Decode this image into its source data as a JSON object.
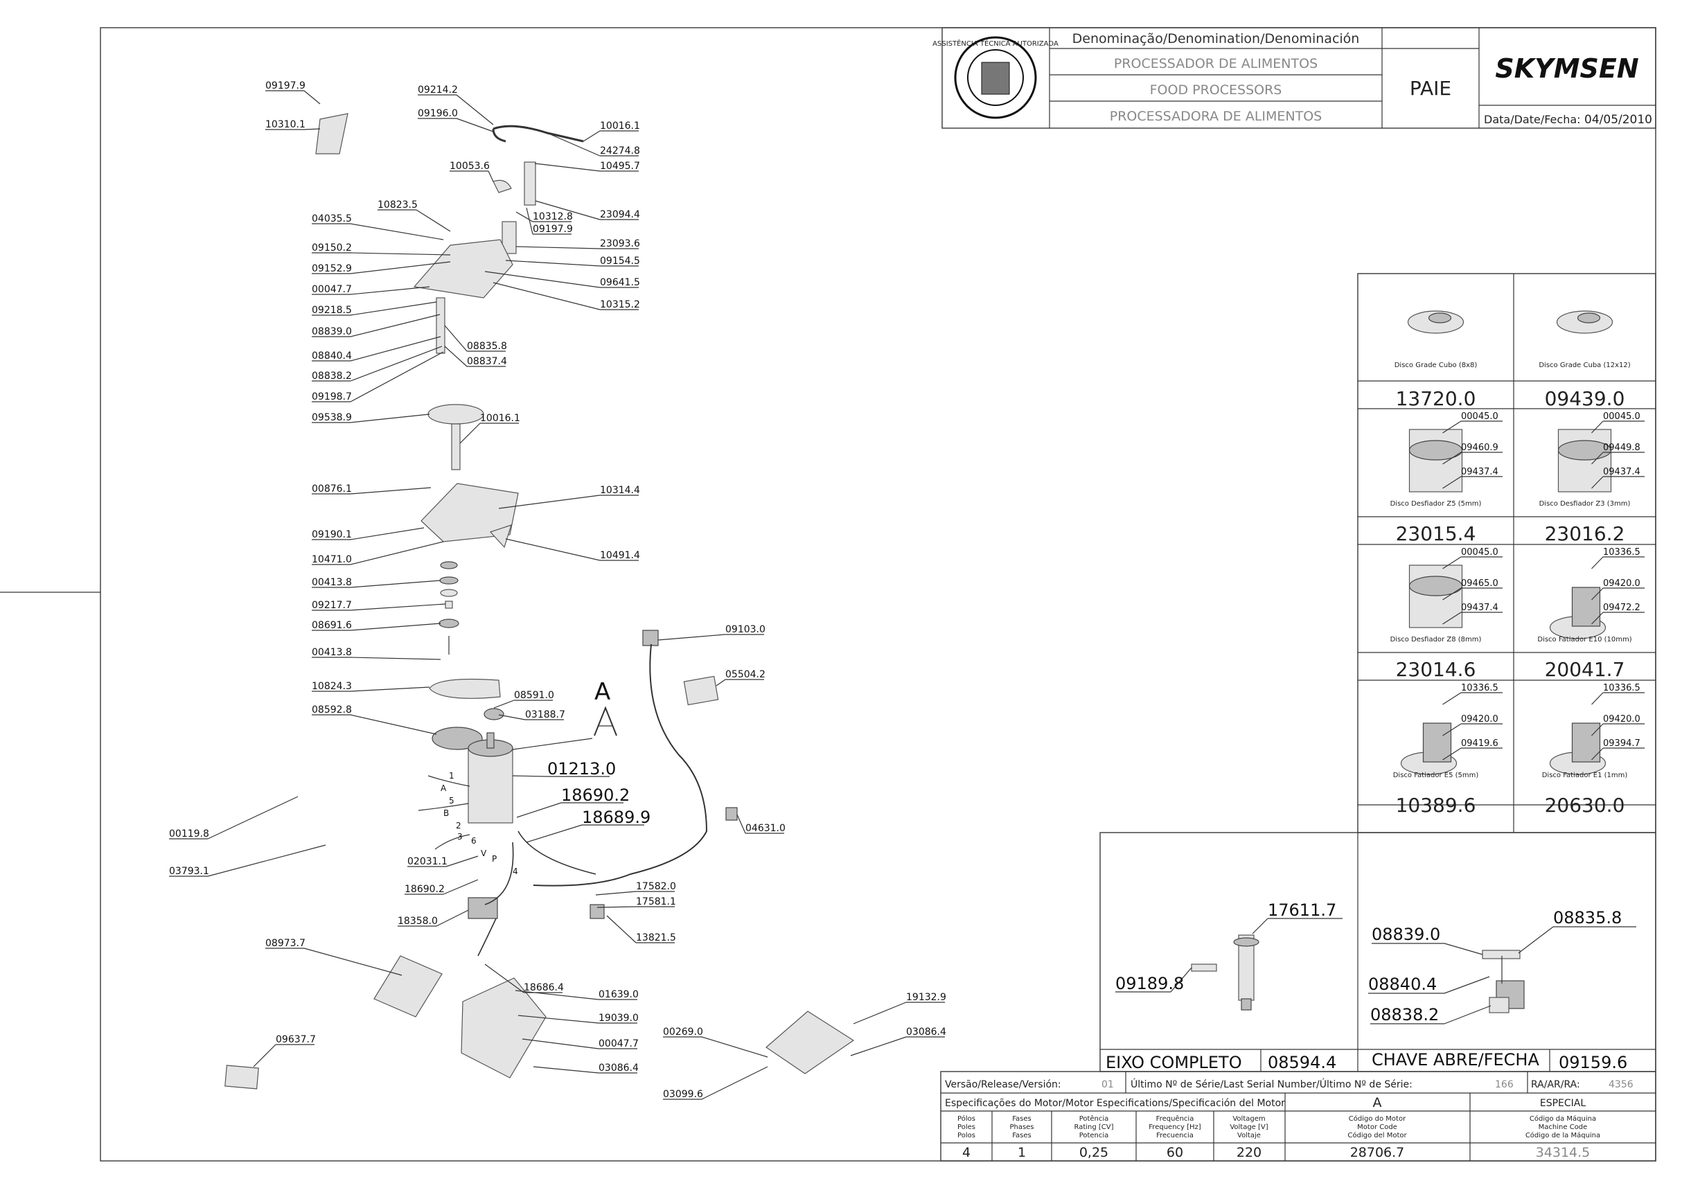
{
  "title_block": {
    "denomination_label": "Denominação/Denomination/Denominación",
    "name_pt": "PROCESSADOR DE ALIMENTOS",
    "name_en": "FOOD PROCESSORS",
    "name_es": "PROCESSADORA DE ALIMENTOS",
    "model": "PAIE",
    "brand": "SKYMSEN",
    "date_label": "Data/Date/Fecha:",
    "date": "04/05/2010",
    "seal_text": "ASSISTÊNCIA TÉCNICA AUTORIZADA"
  },
  "main_parts": [
    "09197.9",
    "10310.1",
    "09214.2",
    "09196.0",
    "10016.1",
    "24274.8",
    "10053.6",
    "10495.7",
    "23094.4",
    "10312.8",
    "09197.9",
    "10823.5",
    "04035.5",
    "23093.6",
    "09150.2",
    "09154.5",
    "09152.9",
    "09641.5",
    "00047.7",
    "10315.2",
    "09218.5",
    "08839.0",
    "08835.8",
    "08840.4",
    "08837.4",
    "08838.2",
    "09198.7",
    "09538.9",
    "10016.1",
    "00876.1",
    "10314.4",
    "09190.1",
    "10471.0",
    "10491.4",
    "00413.8",
    "09217.7",
    "08691.6",
    "00413.8",
    "09103.0",
    "10824.3",
    "05504.2",
    "08591.0",
    "08592.8",
    "03188.7",
    "01213.0",
    "18690.2",
    "00119.8",
    "18689.9",
    "04631.0",
    "02031.1",
    "03793.1",
    "18690.2",
    "17582.0",
    "17581.1",
    "18358.0",
    "13821.5",
    "08973.7",
    "18686.4",
    "01639.0",
    "19039.0",
    "09637.7",
    "00047.7",
    "03086.4",
    "19132.9",
    "00269.0",
    "03086.4",
    "03099.6"
  ],
  "motor_letter": "A",
  "winding_marks": [
    "1",
    "A",
    "5",
    "B",
    "2",
    "3",
    "6",
    "V",
    "P",
    "4"
  ],
  "accessories": [
    {
      "desc": "Disco Grade Cubo (8x8)",
      "code": "13720.0",
      "parts": []
    },
    {
      "desc": "Disco Grade Cuba (12x12)",
      "code": "09439.0",
      "parts": []
    },
    {
      "desc": "Disco Desfiador Z5 (5mm)",
      "code": "23015.4",
      "parts": [
        "00045.0",
        "09460.9",
        "09437.4"
      ]
    },
    {
      "desc": "Disco Desfiador Z3 (3mm)",
      "code": "23016.2",
      "parts": [
        "00045.0",
        "09449.8",
        "09437.4"
      ]
    },
    {
      "desc": "Disco Desfiador Z8 (8mm)",
      "code": "23014.6",
      "parts": [
        "00045.0",
        "09465.0",
        "09437.4"
      ]
    },
    {
      "desc": "Disco Fatiador E10 (10mm)",
      "code": "20041.7",
      "parts": [
        "10336.5",
        "09420.0",
        "09472.2"
      ]
    },
    {
      "desc": "Disco Fatiador E5 (5mm)",
      "code": "10389.6",
      "parts": [
        "10336.5",
        "09420.0",
        "09419.6"
      ]
    },
    {
      "desc": "Disco Fatiador E1 (1mm)",
      "code": "20630.0",
      "parts": [
        "10336.5",
        "09420.0",
        "09394.7"
      ]
    }
  ],
  "axle_assembly": {
    "title": "EIXO COMPLETO",
    "code": "08594.4",
    "parts": [
      "17611.7",
      "09189.8"
    ]
  },
  "switch_assembly": {
    "title": "CHAVE ABRE/FECHA",
    "code": "09159.6",
    "parts": [
      "08839.0",
      "08835.8",
      "08840.4",
      "08838.2"
    ]
  },
  "release": {
    "version_label": "Versão/Release/Versión:",
    "version": "01",
    "serial_label": "Último Nº de Série/Last Serial Number/Último Nº de Série:",
    "serial": "166",
    "ra_label": "RA/AR/RA:",
    "ra": "4356"
  },
  "motor_spec": {
    "heading": "Especificações do Motor/Motor Especifications/Specificación del Motor",
    "col_a": "A",
    "col_special": "ESPECIAL",
    "headers": [
      [
        "Pólos",
        "Poles",
        "Polos"
      ],
      [
        "Fases",
        "Phases",
        "Fases"
      ],
      [
        "Potência",
        "Rating [CV]",
        "Potencia"
      ],
      [
        "Frequência",
        "Frequency [Hz]",
        "Frecuencia"
      ],
      [
        "Voltagem",
        "Voltage [V]",
        "Voltaje"
      ],
      [
        "Código do Motor",
        "Motor Code",
        "Código del Motor"
      ],
      [
        "Código da Máquina",
        "Machine Code",
        "Código de la Máquina"
      ]
    ],
    "values": [
      "4",
      "1",
      "0,25",
      "60",
      "220",
      "28706.7",
      "34314.5"
    ]
  }
}
